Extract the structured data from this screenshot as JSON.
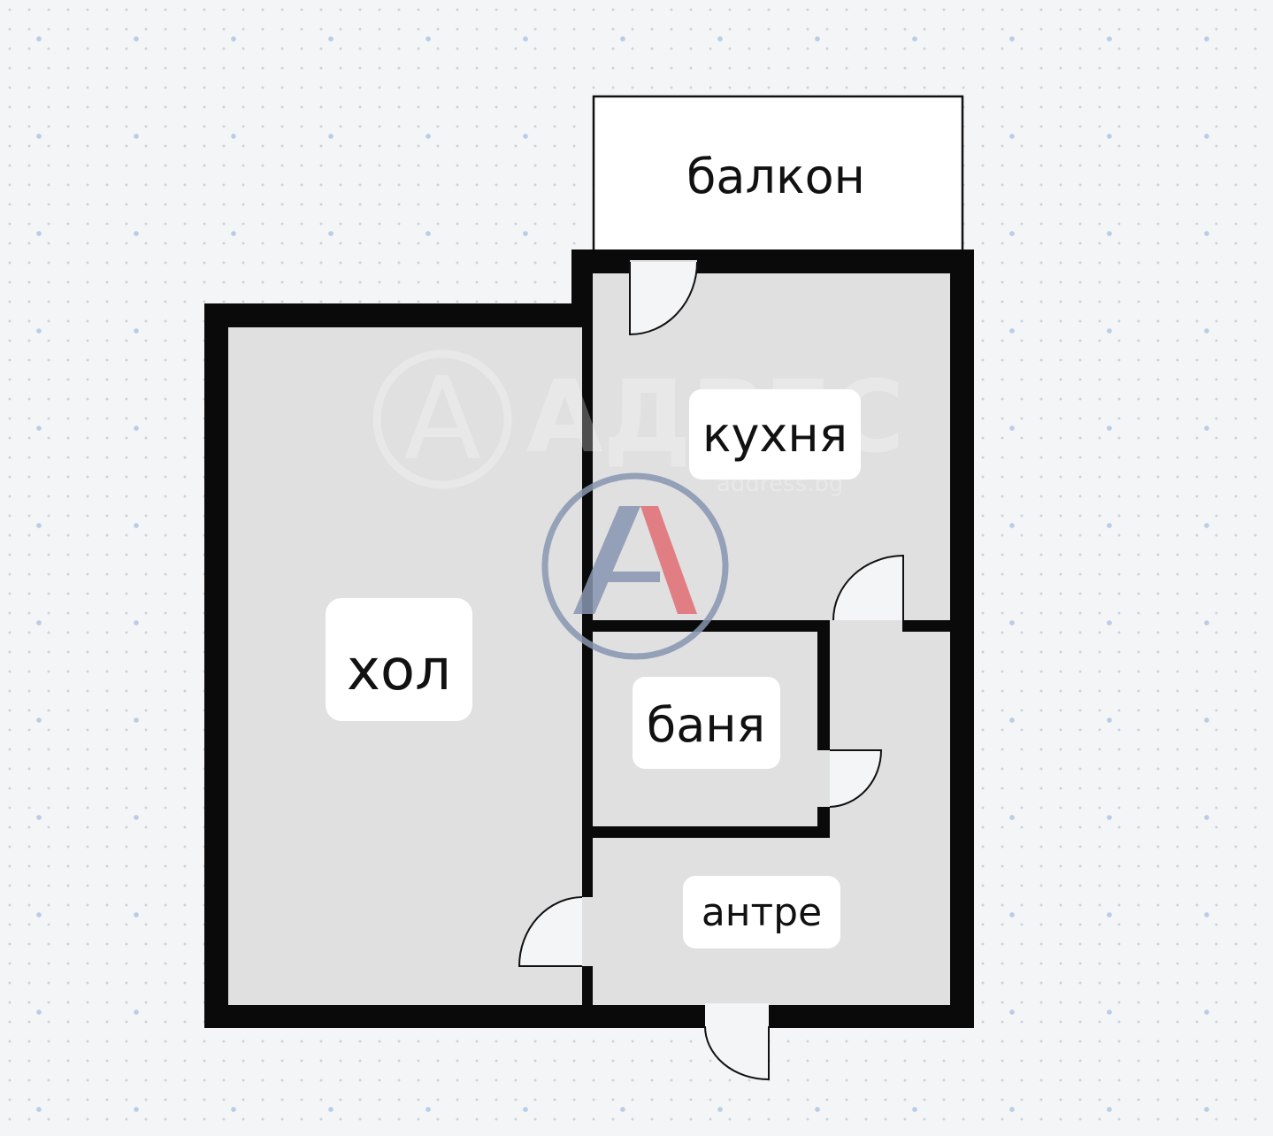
{
  "rooms": {
    "balcony": "балкон",
    "kitchen": "кухня",
    "living": "хол",
    "bathroom": "баня",
    "hallway": "антре"
  },
  "watermark": {
    "brand": "АДРЕС",
    "site": "address.bg"
  },
  "colors": {
    "wall": "#0a0a0a",
    "floor": "#e0e0e0",
    "balcony_floor": "#ffffff",
    "logo_blue": "#8796b0",
    "logo_red": "#e06d73"
  }
}
